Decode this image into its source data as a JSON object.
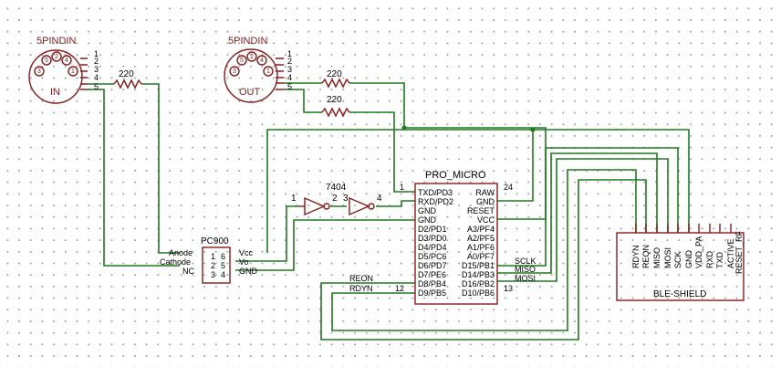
{
  "midi_in": {
    "name": "5PINDIN",
    "label": "IN",
    "pins": [
      "1",
      "2",
      "3",
      "4",
      "5"
    ],
    "circle_pins": [
      "3",
      "5",
      "2",
      "4",
      "1"
    ]
  },
  "midi_out": {
    "name": "5PINDIN",
    "label": "OUT",
    "pins": [
      "1",
      "2",
      "3",
      "4",
      "5"
    ],
    "circle_pins": [
      "3",
      "5",
      "2",
      "4",
      "1"
    ]
  },
  "resistors": {
    "r_in": "220",
    "r_out1": "220",
    "r_out2": "220"
  },
  "inverter": {
    "name": "7404",
    "pin1": "1",
    "pin2": "2",
    "pin3": "3",
    "pin4": "4"
  },
  "optocoupler": {
    "name": "PC900",
    "left_labels": [
      "Anode",
      "Cathode",
      "NC"
    ],
    "left_pins": [
      "1",
      "2",
      "3"
    ],
    "right_pins": [
      "6",
      "5",
      "4"
    ],
    "right_labels": [
      "Vcc",
      "Vo",
      "GND"
    ]
  },
  "pro_micro": {
    "name": "PRO_MICRO",
    "left_pins": [
      "TXD/PD3",
      "RXD/PD2",
      "GND",
      "GND",
      "D2/PD1",
      "D3/PD0",
      "D4/PD4",
      "D5/PC6",
      "D6/PD7",
      "D7/PE6",
      "D8/PB4",
      "D9/PB5"
    ],
    "right_pins": [
      "RAW",
      "GND",
      "RESET",
      "VCC",
      "A3/PF4",
      "A2/PF5",
      "A1/PF6",
      "A0/PF7",
      "D15/PB1",
      "D14/PB3",
      "D16/PB2",
      "D10/PB6"
    ],
    "pin_num_tl": "1",
    "pin_num_tr": "24",
    "pin_num_bl": "12",
    "pin_num_br": "13"
  },
  "net_labels": {
    "reon": "REON",
    "rdyn": "RDYN",
    "sclk": "SCLK",
    "miso": "MISO",
    "mosi": "MOSI"
  },
  "ble_shield": {
    "name": "BLE-SHIELD",
    "pins": [
      "RDYN",
      "REQN",
      "MISO",
      "MOSI",
      "SCK",
      "GND",
      "VDD_PA",
      "RXD",
      "TXD",
      "ACTIVE",
      "RESET_RF"
    ]
  }
}
